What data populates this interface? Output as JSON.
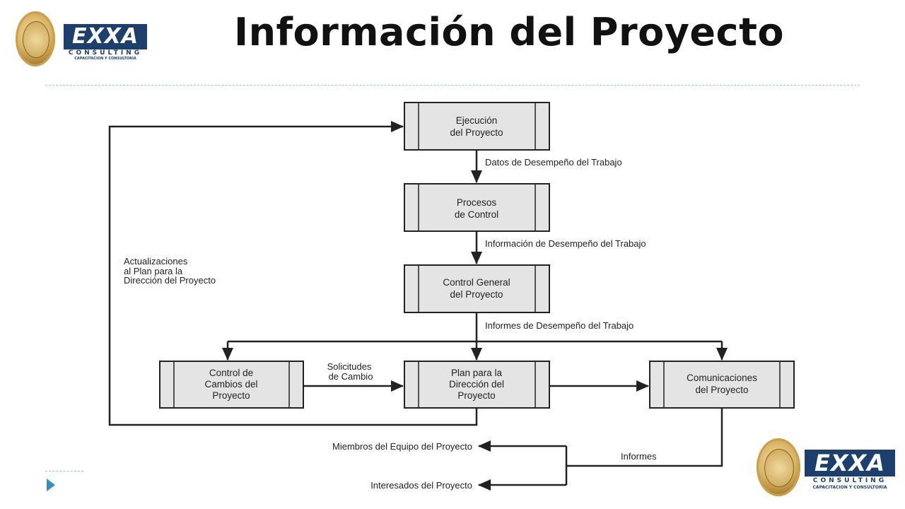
{
  "title": "Información del Proyecto",
  "logo": {
    "brand": "EXXA",
    "sub": "CONSULTING",
    "tag": "CAPACITACION Y CONSULTORIA"
  },
  "nodes": {
    "ejecucion": [
      "Ejecución",
      "del Proyecto"
    ],
    "procesos": [
      "Procesos",
      "de Control"
    ],
    "control_general": [
      "Control General",
      "del Proyecto"
    ],
    "control_cambios": [
      "Control de",
      "Cambios del",
      "Proyecto"
    ],
    "plan": [
      "Plan para la",
      "Dirección del",
      "Proyecto"
    ],
    "comunicaciones": [
      "Comunicaciones",
      "del Proyecto"
    ]
  },
  "labels": {
    "datos": "Datos de Desempeño del Trabajo",
    "informacion": "Información de Desempeño del Trabajo",
    "informes_desempeno": "Informes de Desempeño del Trabajo",
    "actualizaciones": [
      "Actualizaciones",
      "al Plan para la",
      "Dirección del Proyecto"
    ],
    "solicitudes": [
      "Solicitudes",
      "de Cambio"
    ],
    "miembros": "Miembros del Equipo del Proyecto",
    "interesados": "Interesados del Proyecto",
    "informes": "Informes"
  },
  "colors": {
    "box_fill": "#e4e4e4",
    "line": "#222222",
    "accent": "#1c3f6e"
  }
}
